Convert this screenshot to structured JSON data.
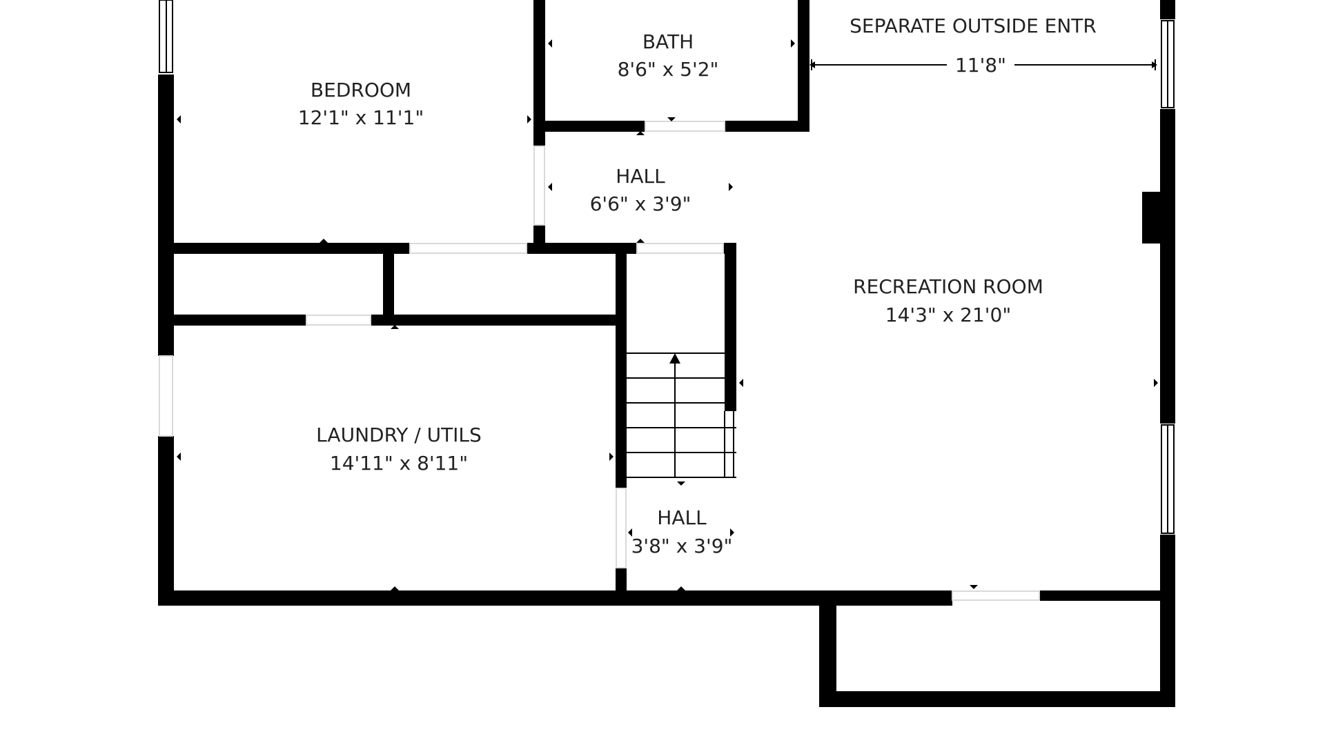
{
  "rooms": {
    "bedroom": {
      "name": "BEDROOM",
      "size": "12'1\" x 11'1\""
    },
    "bath": {
      "name": "BATH",
      "size": "8'6\" x 5'2\""
    },
    "hall_upper": {
      "name": "HALL",
      "size": "6'6\" x 3'9\""
    },
    "separate_entry": {
      "name": "SEPARATE OUTSIDE ENTR",
      "size": "11'8\""
    },
    "recreation": {
      "name": "RECREATION ROOM",
      "size": "14'3\" x 21'0\""
    },
    "laundry": {
      "name": "LAUNDRY / UTILS",
      "size": "14'11\" x 8'11\""
    },
    "hall_lower": {
      "name": "HALL",
      "size": "3'8\" x 3'9\""
    }
  },
  "colors": {
    "wall": "#000000",
    "background": "#ffffff",
    "text": "#222222"
  },
  "icons": {
    "stairs": "stairs-up-arrow-icon",
    "measure": "dimension-arrow-icon"
  }
}
